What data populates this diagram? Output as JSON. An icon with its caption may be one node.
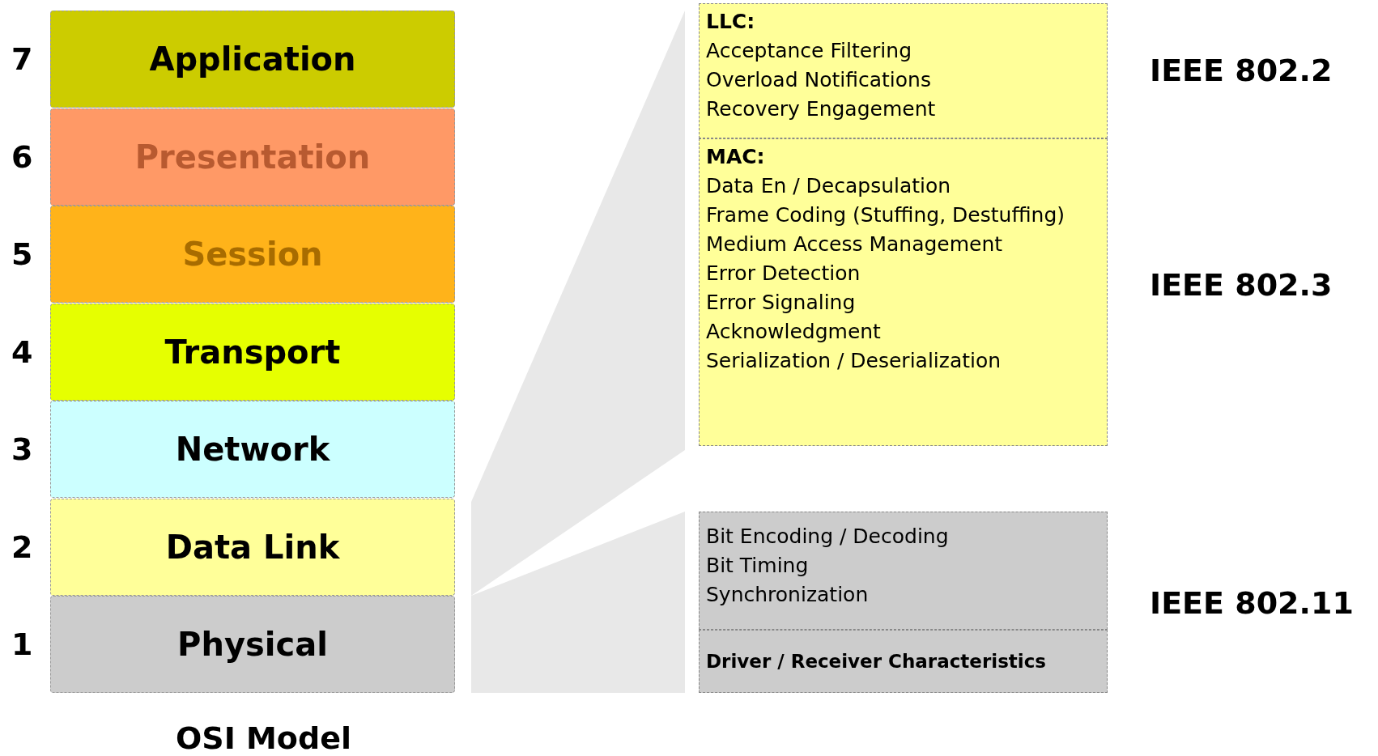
{
  "diagram": {
    "caption": "OSI Model",
    "nodes": [
      {
        "text": [
          "Application"
        ],
        "beside": [
          "7"
        ]
      },
      {
        "text": [
          "Presentation"
        ],
        "beside": [
          "6"
        ]
      },
      {
        "text": [
          "Session"
        ],
        "beside": [
          "5"
        ]
      },
      {
        "text": [
          "Transport"
        ],
        "beside": [
          "4"
        ]
      },
      {
        "text": [
          "Network"
        ],
        "beside": [
          "3"
        ]
      },
      {
        "text": [
          "Data Link"
        ],
        "beside": [
          "2"
        ]
      },
      {
        "text": [
          "Physical"
        ],
        "beside": [
          "1"
        ]
      },
      {
        "text": [
          "LLC:",
          "Acceptance Filtering",
          "Overload Notifications",
          "Recovery Engagement"
        ]
      },
      {
        "text": [
          "MAC:",
          "Data En / Decapsulation",
          "Frame Coding (Stuffing, Destuffing)",
          "Medium Access Management",
          "Error Detection",
          "Error Signaling",
          "Acknowledgment",
          "Serialization / Deserialization"
        ]
      },
      {
        "text": [
          "Bit Encoding / Decoding",
          "Bit Timing",
          "Synchronization"
        ]
      },
      {
        "text": [
          "Driver / Receiver Characteristics"
        ]
      }
    ],
    "labels": [
      "IEEE 802.2",
      "IEEE 802.3",
      "IEEE 802.11"
    ]
  }
}
